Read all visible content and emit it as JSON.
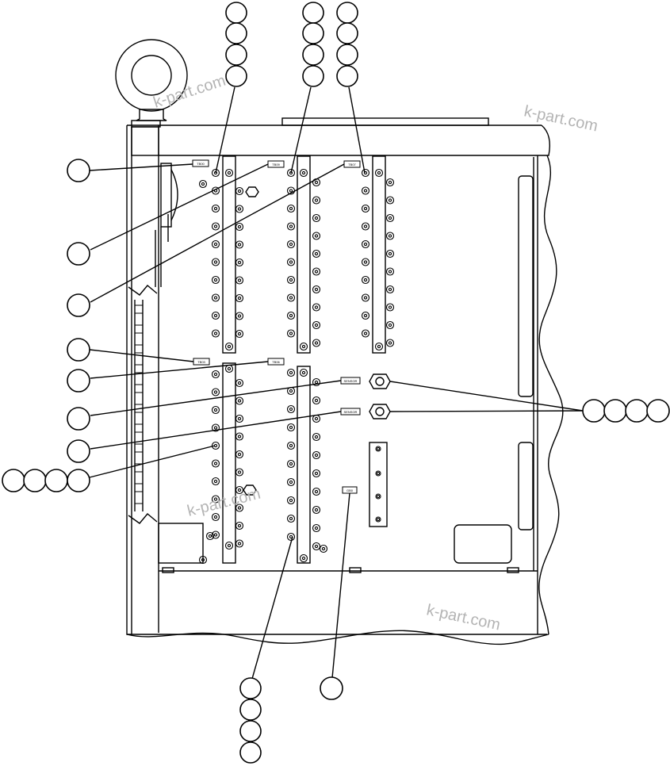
{
  "watermark": "k-part.com",
  "tags": {
    "t1": "TB00",
    "t2": "TB09",
    "t3": "TB07",
    "t4": "TB03",
    "t5": "TB06",
    "t6": "SENSOR",
    "t7": "SENSOR",
    "t8": "GB0"
  },
  "colors": {
    "line": "#000000",
    "watermark": "#b4b4b4",
    "background": "#ffffff"
  }
}
